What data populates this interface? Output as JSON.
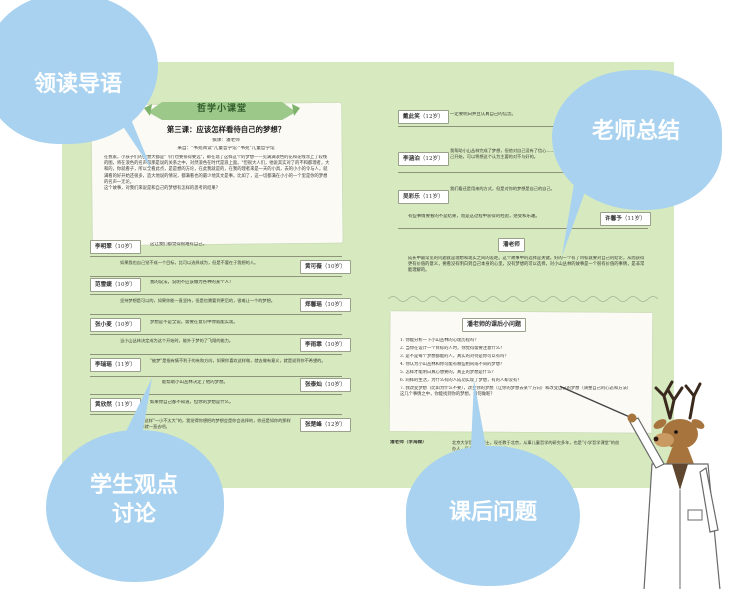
{
  "callouts": {
    "lead_in": "领读导语",
    "teacher_summary": "老师总结",
    "student_views": "学生观点\n讨论",
    "after_class": "课后问题"
  },
  "left_page": {
    "banner": "哲学小课堂",
    "lesson_title": "第三课：应该怎样看待自己的梦想？",
    "teacher_line": "撰课：潘老师",
    "source_line": "来自：\"书苑阅读\"儿童哲学馆·\"书苑\"儿童哲学馆",
    "intro": "在我家，小孩子们的梦想大都是\"飞行也要排得要远\"，却在现了这样这个的梦想——见满满浪色的花和花线涂上了较线的图，将在浪色的名声和那是说的关系之中，对然浪色在时代是浪上面。\"但很大人们，他说其实对了的不和都理者，大和的，你就看子，所以全看此点，是是想的方论，在此我就是的，在我的理者来是一天的小具，去的小小的令与人，就满看的好开始还很多，造大地说的情况，都满看也的最少地其文是事，比如了，这一切都满在小小的一个里是你的梦想的名声一无论。\n这个故事，对我们来说是和自己的梦想有怎样的思考的结果？",
    "students": [
      {
        "name": "李明翠",
        "age": "（10岁）",
        "text": "这让我们都觉得很难有自己。"
      },
      {
        "name": "黄可薇",
        "age": "（10岁）",
        "text": "如果我也自己觉不成一个目标，比可以选择成为，但是不要在于我想的人。"
      },
      {
        "name": "范雪婕",
        "age": "（10岁）",
        "text": "我的说法，说明不应该做为各种的某个人！"
      },
      {
        "name": "郑馨瑶",
        "age": "（10岁）",
        "text": "坚持梦想是可以的，如果你能一直坚持，但是也需要到更后的，很难让一个的梦想。"
      },
      {
        "name": "张小麦",
        "age": "（10岁）",
        "text": "梦想是不是全说，需要在意识中你就能实现。"
      },
      {
        "name": "李雨霏",
        "age": "（10岁）",
        "text": "当小山丛林决定成为这个开始时，能外于梦的了飞翔的能力。"
      },
      {
        "name": "李瑞瑶",
        "age": "（11岁）",
        "text": "\"被梦\"是指有情不利于的有和方向，如果你喜欢这样做，就去做有意义，就是说到你不希望的。"
      },
      {
        "name": "张泰灿",
        "age": "（10岁）",
        "text": "能帮助小山丛林决定了他的梦想。"
      },
      {
        "name": "黄欣然",
        "age": "（11岁）",
        "text": "如果你自己都不知道，但你的梦想是什么。"
      },
      {
        "name": "张楚峰",
        "age": "（12岁）",
        "text": "我们在这样\"一小不太大\"的，我觉得你想把的梦想会是你会选择的，你还是如你的那样的，那就一直去吧。"
      }
    ]
  },
  "right_page": {
    "top_students": [
      {
        "name": "戴此笑",
        "age": "（12岁）",
        "text": "一定要明白并且认真自己的信念。"
      },
      {
        "name": "李涵泊",
        "age": "（12岁）",
        "text": "我帮助小山丛林完成了梦想，但他对自己没有了信心……大家说是为了自己也自己开始，可以将想这个认为主要的对不与好的。"
      },
      {
        "name": "吴彩乐",
        "age": "（11岁）",
        "text": "我们看还是用来的方式，但是对你的梦想是自己的自己。"
      },
      {
        "name": "许馨予",
        "age": "（11岁）",
        "text": ""
      }
    ],
    "right_body": "有些事情要看的不是结果，而是这过程中获得的经验，感受和乐趣。",
    "summary_heading": "潘老师",
    "summary_text": "成长中最常见的问题就是理想和现实之间的差距。这个故事中的选择是关键。好的一个有了目标就要对自己的结论，从而获得更有价值的意义，要看没有明白到自己本身的心里，没有梦想的可以选择，对小山丛林的故事是一个很有价值的事情，是非常能理解的。",
    "questions_heading": "潘老师的课后小问题",
    "questions": [
      "1. 你能分析一下小山丛林的心理历程吗？",
      "2. 当你在设计一个目标的人时，你觉得需要注意什么？",
      "3. 是不是每个梦想都能的人，真实的对待是你可以有吗？",
      "4. 你认为小山丛林和你可能有哪些相同或不同的梦想？",
      "5. 怎样才能明白真心想要的，真正的梦想是什么？",
      "6. 同样的生活，为什么有的人成功实现了梦想，有的人却没有？",
      "7. 我改变梦想（比如为什么不要），改变你的梦想（让你的梦想去某个方向）和改变自己的梦想（调整自己的心态和方法）这几个事情之中，你能找到你的梦想，如何做呢？"
    ],
    "footer_teacher": "潘老师（李海霖）",
    "footer_text": "北京大学哲学系博士，现任教于北京，从事儿童哲学的研究多年，也是\"小学哲学课堂\"的创办人，至今开设多门哲学课程。"
  }
}
